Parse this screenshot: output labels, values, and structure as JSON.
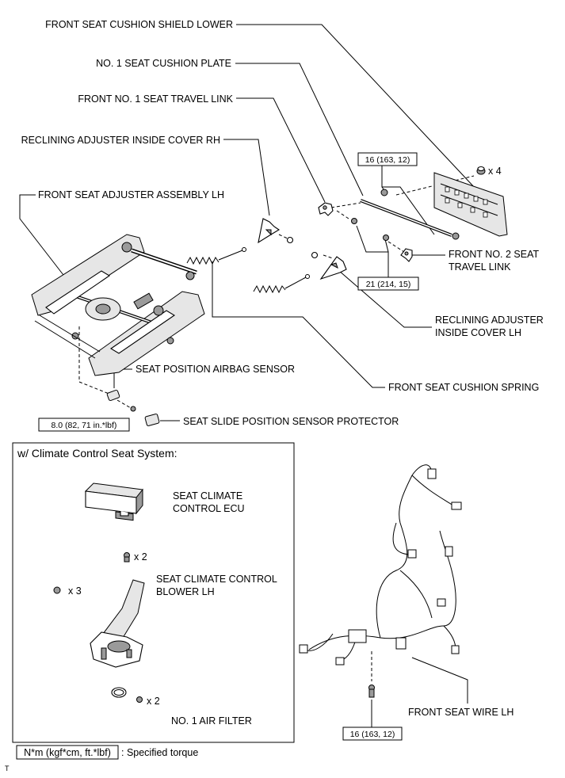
{
  "labels": {
    "cushion_shield_lower": "FRONT SEAT CUSHION SHIELD LOWER",
    "seat_cushion_plate": "NO. 1 SEAT CUSHION PLATE",
    "travel_link_1": "FRONT NO. 1 SEAT TRAVEL LINK",
    "reclining_cover_rh": "RECLINING ADJUSTER INSIDE COVER RH",
    "adjuster_assembly_lh": "FRONT SEAT ADJUSTER ASSEMBLY LH",
    "travel_link_2_line1": "FRONT NO. 2 SEAT",
    "travel_link_2_line2": "TRAVEL LINK",
    "reclining_cover_lh_line1": "RECLINING ADJUSTER",
    "reclining_cover_lh_line2": "INSIDE COVER LH",
    "airbag_sensor": "SEAT POSITION AIRBAG SENSOR",
    "cushion_spring": "FRONT SEAT CUSHION SPRING",
    "slide_sensor_protector": "SEAT SLIDE POSITION SENSOR PROTECTOR",
    "climate_ecu_line1": "SEAT CLIMATE",
    "climate_ecu_line2": "CONTROL ECU",
    "blower_line1": "SEAT CLIMATE CONTROL",
    "blower_line2": "BLOWER LH",
    "air_filter": "NO. 1 AIR FILTER",
    "seat_wire": "FRONT SEAT WIRE LH"
  },
  "torques": {
    "t16_upper": "16 (163, 12)",
    "t21": "21 (214, 15)",
    "t8": "8.0 (82, 71 in.*lbf)",
    "t16_lower": "16 (163, 12)"
  },
  "quantities": {
    "x4": "x 4",
    "x2_ecu": "x 2",
    "x3": "x 3",
    "x2_filter": "x 2"
  },
  "inset": {
    "title": "w/ Climate Control Seat System:"
  },
  "legend": {
    "unit": "N*m (kgf*cm, ft.*lbf)",
    "text": ": Specified torque"
  },
  "footer": {
    "mark": "T"
  }
}
